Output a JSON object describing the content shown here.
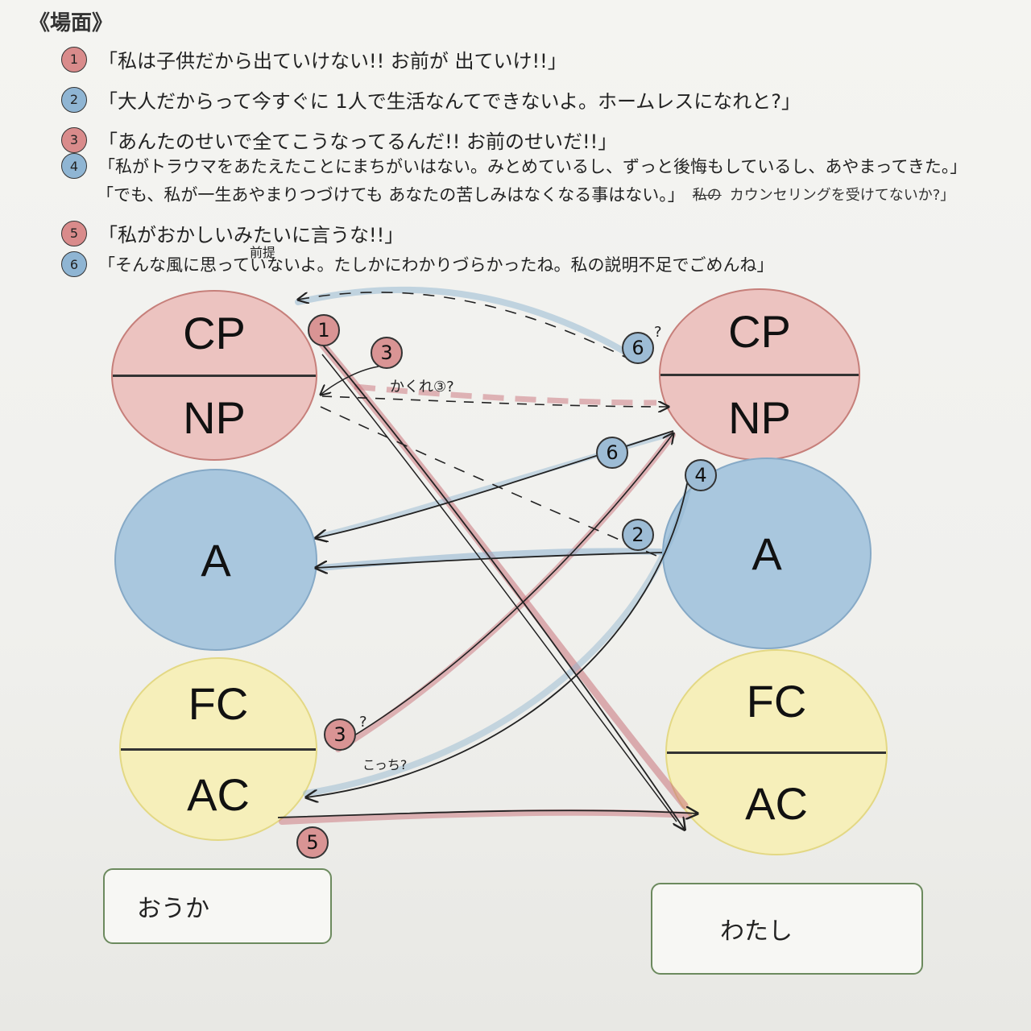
{
  "scene": {
    "heading": "《場面》",
    "dialogue": [
      {
        "num": "1",
        "text": "「私は子供だから出ていけない!! お前が 出ていけ!!」"
      },
      {
        "num": "2",
        "text": "「大人だからって今すぐに 1人で生活なんてできないよ。ホームレスになれと?」"
      },
      {
        "num": "3",
        "text": "「あんたのせいで全てこうなってるんだ!! お前のせいだ!!」"
      },
      {
        "num": "4",
        "text": "「私がトラウマをあたえたことにまちがいはない。みとめているし、ずっと後悔もしているし、あやまってきた。」"
      },
      {
        "num": "",
        "text": "「でも、私が一生あやまりつづけても あなたの苦しみはなくなる事はない。」",
        "strike": "私の",
        "note": "カウンセリングを受けてないか?」"
      },
      {
        "num": "5",
        "text": "「私がおかしいみたいに言うな!!」"
      },
      {
        "num": "6",
        "text": "「そんな風に思っていないよ。たしかにわかりづらかったね。私の説明不足でごめんね」",
        "insert": "前提"
      }
    ]
  },
  "left_person": {
    "parent": {
      "top": "CP",
      "bottom": "NP"
    },
    "adult": "A",
    "child": {
      "top": "FC",
      "bottom": "AC"
    },
    "name": "おうか"
  },
  "right_person": {
    "parent": {
      "top": "CP",
      "bottom": "NP"
    },
    "adult": "A",
    "child": {
      "top": "FC",
      "bottom": "AC"
    },
    "name": "わたし"
  },
  "arrow_tags": [
    {
      "label": "1",
      "color": "red"
    },
    {
      "label": "3",
      "color": "red"
    },
    {
      "label": "6",
      "color": "blue"
    },
    {
      "label": "6",
      "color": "blue"
    },
    {
      "label": "4",
      "color": "blue"
    },
    {
      "label": "2",
      "color": "blue"
    },
    {
      "label": "3",
      "color": "red"
    },
    {
      "label": "5",
      "color": "red"
    }
  ],
  "annotations": {
    "hidden3": "かくれ③?",
    "q6": "?",
    "q3": "?",
    "here": "こっち?"
  },
  "colors": {
    "parent": "#ecc3c0",
    "adult": "#a9c7de",
    "child": "#f6efba",
    "red_marker": "#c9727a",
    "blue_marker": "#8eb3cf"
  }
}
